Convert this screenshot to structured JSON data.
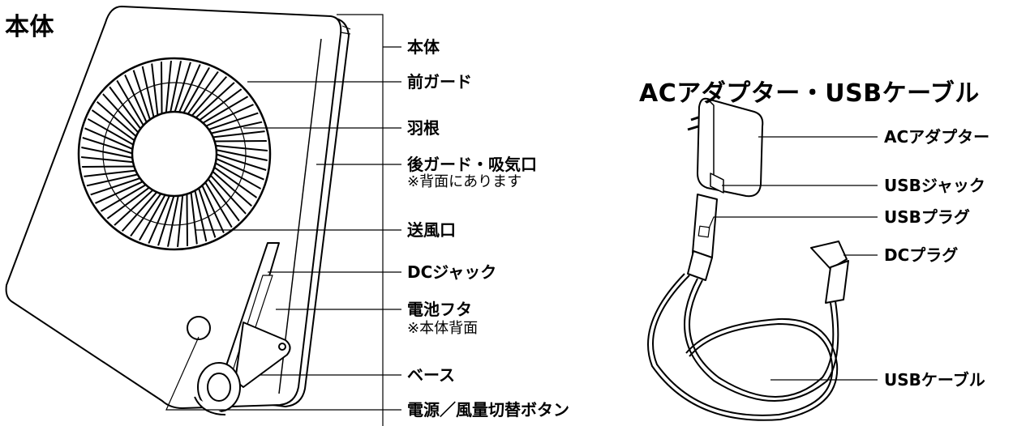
{
  "main_unit": {
    "heading": "本体",
    "labels": [
      {
        "text": "本体"
      },
      {
        "text": "前ガード"
      },
      {
        "text": "羽根"
      },
      {
        "text": "後ガード・吸気口",
        "note": "※背面にあります"
      },
      {
        "text": "送風口"
      },
      {
        "text": "DCジャック"
      },
      {
        "text": "電池フタ",
        "note": "※本体背面"
      },
      {
        "text": "ベース"
      },
      {
        "text": "電源／風量切替ボタン"
      }
    ]
  },
  "accessories": {
    "heading": "ACアダプター・USBケーブル",
    "labels": [
      {
        "text": "ACアダプター"
      },
      {
        "text": "USBジャック"
      },
      {
        "text": "USBプラグ"
      },
      {
        "text": "DCプラグ"
      },
      {
        "text": "USBケーブル"
      }
    ]
  }
}
